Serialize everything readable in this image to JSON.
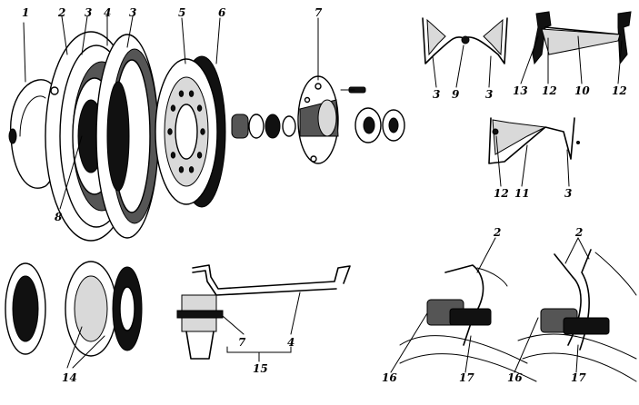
{
  "labels": {
    "l1": "1",
    "l2": "2",
    "l3a": "3",
    "l4": "4",
    "l3b": "3",
    "l5": "5",
    "l6": "6",
    "l7": "7",
    "l8": "8",
    "s1_3a": "3",
    "s1_9": "9",
    "s1_3b": "3",
    "s2_13": "13",
    "s2_12a": "12",
    "s2_10": "10",
    "s2_12b": "12",
    "s3_12": "12",
    "s3_11": "11",
    "s3_3": "3",
    "l14": "14",
    "l7b": "7",
    "l4b": "4",
    "l15": "15",
    "l2b": "2",
    "l16a": "16",
    "l17a": "17",
    "l2c": "2",
    "l16b": "16",
    "l17b": "17"
  }
}
